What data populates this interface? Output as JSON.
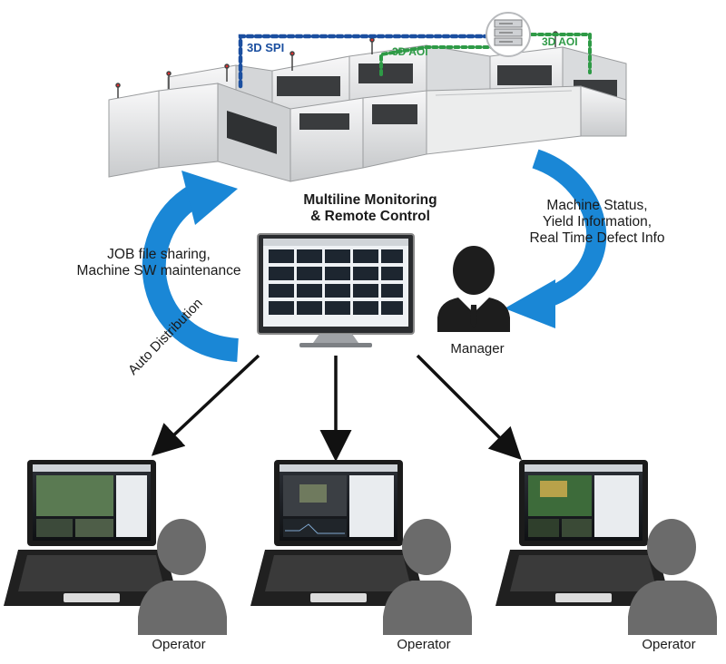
{
  "labels": {
    "spi": "3D SPI",
    "aoi_1": "3D AOI",
    "aoi_2": "3D AOI",
    "hub_title": [
      "Multiline Monitoring",
      "& Remote Control"
    ],
    "left_note": [
      "JOB file sharing,",
      "Machine SW maintenance"
    ],
    "right_note": [
      "Machine Status,",
      "Yield Information,",
      "Real Time Defect Info"
    ],
    "manager": "Manager",
    "auto_distribution": "Auto Distribution",
    "operators": [
      "Operator",
      "Operator",
      "Operator"
    ]
  },
  "colors": {
    "spi_link": "#1b4fa0",
    "aoi_link": "#2e9a46",
    "flow_arrow": "#1a87d6",
    "person": "#1d1d1d",
    "operator": "#6b6b6b",
    "machine_body": "#e6e7e8",
    "machine_dark": "#3a3c3e"
  },
  "icons": {
    "server": "database-server-icon",
    "manager": "manager-person-icon",
    "operator": "operator-person-icon",
    "monitor": "desktop-monitor-icon",
    "laptop": "laptop-icon"
  }
}
